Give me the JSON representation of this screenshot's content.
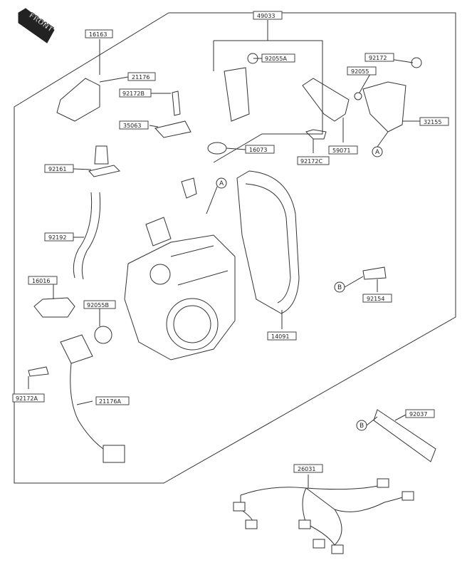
{
  "orientation_badge": {
    "text": "FRONT"
  },
  "parts": [
    {
      "number": "16163"
    },
    {
      "number": "21176"
    },
    {
      "number": "92172B"
    },
    {
      "number": "35063"
    },
    {
      "number": "92161"
    },
    {
      "number": "92192"
    },
    {
      "number": "16016"
    },
    {
      "number": "92055B"
    },
    {
      "number": "92172A"
    },
    {
      "number": "21176A"
    },
    {
      "number": "49033"
    },
    {
      "number": "92055A"
    },
    {
      "number": "16073"
    },
    {
      "number": "92172"
    },
    {
      "number": "92055"
    },
    {
      "number": "32155"
    },
    {
      "number": "92172C"
    },
    {
      "number": "59071"
    },
    {
      "number": "14091"
    },
    {
      "number": "92154"
    },
    {
      "number": "92037"
    },
    {
      "number": "26031"
    }
  ],
  "reference_marks": [
    "A",
    "A",
    "B",
    "B"
  ],
  "colors": {
    "line": "#333333",
    "box_border": "#444444",
    "badge_fill": "#222222"
  }
}
